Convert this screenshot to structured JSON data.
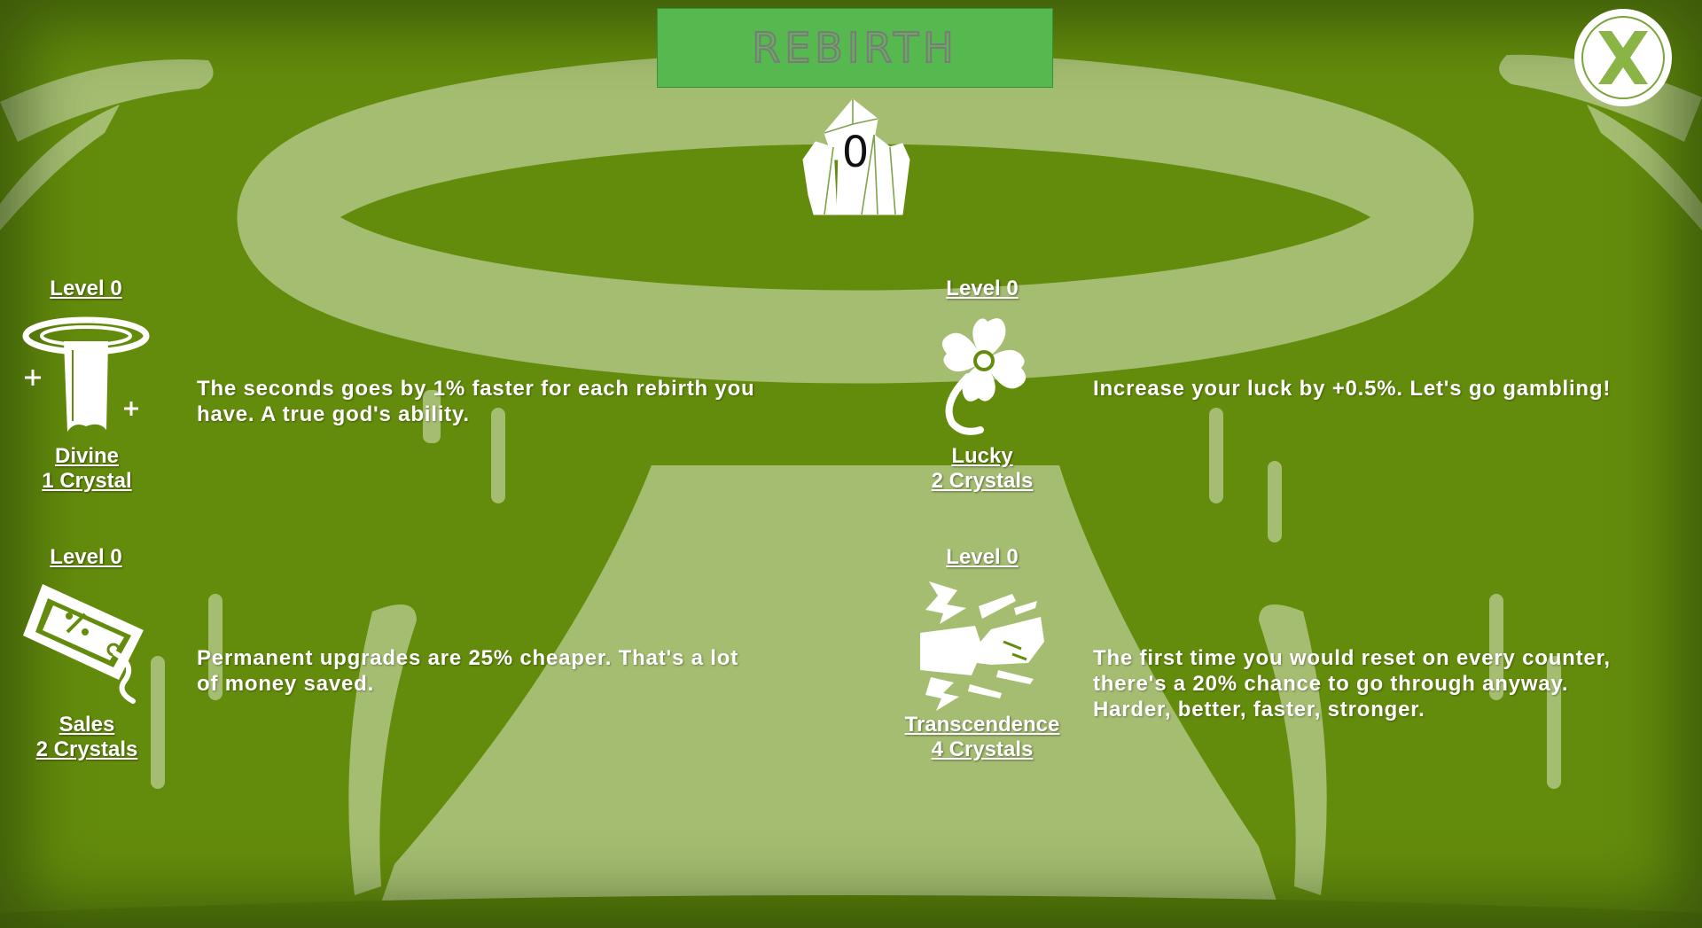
{
  "header": {
    "title": "REBIRTH",
    "close_icon": "close-x-icon"
  },
  "currency": {
    "icon": "crystal-icon",
    "count": "0"
  },
  "colors": {
    "background": "#648c0c",
    "background_light": "#a5bd71",
    "title_panel": "#55b94f",
    "text": "#ffffff"
  },
  "upgrades": [
    {
      "level": "Level 0",
      "icon": "divine-pillar-halo-icon",
      "name": "Divine",
      "cost": "1 Crystal",
      "description": [
        "The seconds goes by 1% faster for each rebirth you",
        "have. A true god's ability."
      ]
    },
    {
      "level": "Level 0",
      "icon": "four-leaf-clover-icon",
      "name": "Lucky",
      "cost": "2 Crystals",
      "description": [
        "Increase your luck by +0.5%. Let's go gambling!"
      ]
    },
    {
      "level": "Level 0",
      "icon": "discount-tag-icon",
      "name": "Sales",
      "cost": "2 Crystals",
      "description": [
        "Permanent upgrades are 25% cheaper. That's a lot",
        "of money saved."
      ]
    },
    {
      "level": "Level 0",
      "icon": "breaking-beam-icon",
      "name": "Transcendence",
      "cost": "4 Crystals",
      "description": [
        "The first time you would reset on every counter,",
        "there's a 20% chance to go through anyway.",
        "Harder, better, faster, stronger."
      ]
    }
  ]
}
